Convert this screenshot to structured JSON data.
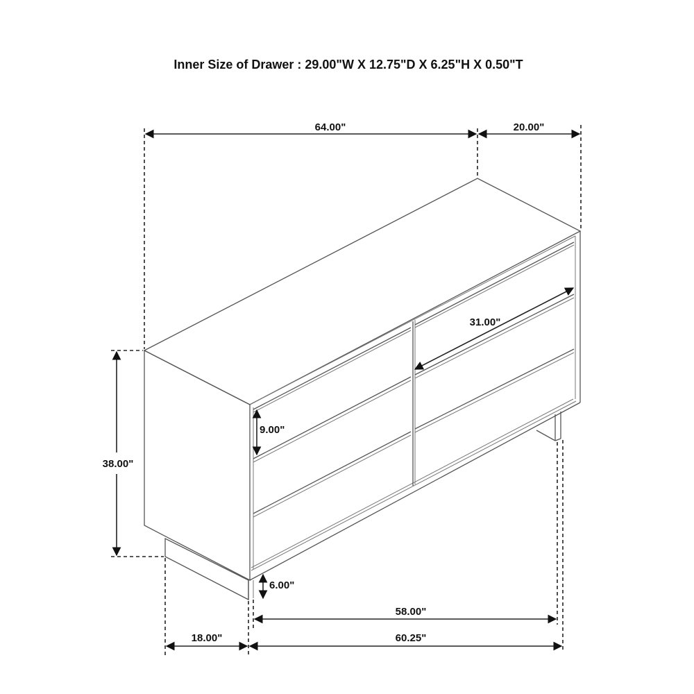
{
  "title": "Inner Size of Drawer : 29.00\"W X 12.75\"D X 6.25\"H X 0.50\"T",
  "colors": {
    "line": "#555555",
    "dimension": "#222222",
    "text": "#111111",
    "background": "#ffffff"
  },
  "dimensions": {
    "overall_width": "64.00\"",
    "overall_depth": "20.00\"",
    "overall_height": "38.00\"",
    "drawer_width": "31.00\"",
    "drawer_height": "9.00\"",
    "leg_height": "6.00\"",
    "leg_inner_span": "58.00\"",
    "leg_outer_span": "60.25\"",
    "base_depth": "18.00\""
  },
  "furniture": {
    "type": "dresser",
    "drawer_columns": 2,
    "drawer_rows": 3,
    "drawer_count": 6
  }
}
